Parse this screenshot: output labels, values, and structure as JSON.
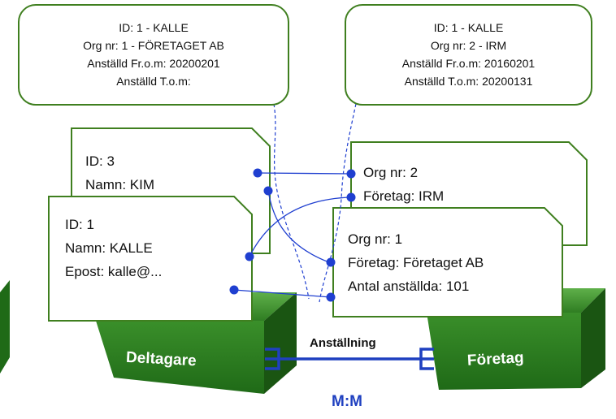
{
  "callouts": {
    "left": {
      "lines": [
        "ID: 1 - KALLE",
        "Org nr: 1 - FÖRETAGET AB",
        "Anställd Fr.o.m: 20200201",
        "Anställd T.o.m:"
      ]
    },
    "right": {
      "lines": [
        "ID: 1 - KALLE",
        "Org nr: 2 - IRM",
        "Anställd Fr.o.m: 20160201",
        "Anställd T.o.m: 20200131"
      ]
    }
  },
  "participants": {
    "back": {
      "lines": [
        "ID:  3",
        "Namn: KIM"
      ]
    },
    "front": {
      "lines": [
        "ID: 1",
        "Namn: KALLE",
        "Epost: kalle@..."
      ]
    }
  },
  "companies": {
    "back": {
      "lines": [
        "Org nr: 2",
        "Företag: IRM"
      ]
    },
    "front": {
      "lines": [
        "Org nr: 1",
        "Företag: Företaget AB",
        "Antal anställda: 101"
      ]
    }
  },
  "entities": {
    "left": "Deltagare",
    "right": "Företag"
  },
  "relationship": {
    "label": "Anställning",
    "cardinality": "M:M"
  },
  "colors": {
    "green_border": "#3f7f1f",
    "box_front": "#2e7d32",
    "box_side": "#1b5e20",
    "box_top": "#43a047",
    "connector": "#1f3fd0"
  }
}
